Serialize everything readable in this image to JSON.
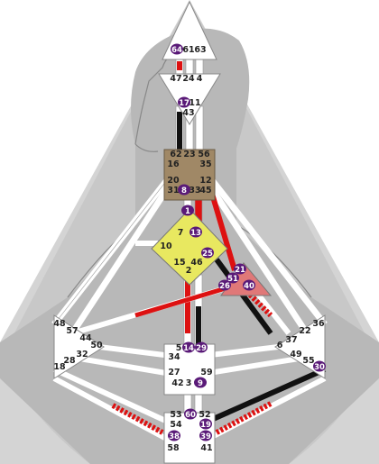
{
  "colors": {
    "background_outer": "#d8d8d8",
    "background_inner": "#b4b4b4",
    "center_defined_brown": "#a08866",
    "center_defined_yellow": "#e8e860",
    "center_defined_pink": "#e07878",
    "center_undefined": "#ffffff",
    "channel_red": "#dd1111",
    "channel_black": "#111111",
    "activation_badge": "#5a1a78"
  },
  "centers": {
    "head": {
      "gates": [
        "64",
        "61",
        "63"
      ]
    },
    "ajna": {
      "gates": [
        "47",
        "24",
        "4",
        "17",
        "11",
        "43"
      ]
    },
    "throat": {
      "gates": [
        "62",
        "23",
        "56",
        "16",
        "35",
        "20",
        "12",
        "31",
        "8",
        "33",
        "45"
      ]
    },
    "g": {
      "gates": [
        "1",
        "13",
        "7",
        "10",
        "25",
        "15",
        "46",
        "2"
      ]
    },
    "heart": {
      "gates": [
        "21",
        "51",
        "26",
        "40"
      ]
    },
    "spleen": {
      "gates": [
        "48",
        "57",
        "44",
        "50",
        "32",
        "28",
        "18"
      ]
    },
    "solar_plexus": {
      "gates": [
        "36",
        "22",
        "37",
        "6",
        "49",
        "55",
        "30"
      ]
    },
    "sacral": {
      "gates": [
        "5",
        "14",
        "29",
        "34",
        "27",
        "59",
        "42",
        "3",
        "9"
      ]
    },
    "root": {
      "gates": [
        "53",
        "60",
        "52",
        "54",
        "19",
        "38",
        "39",
        "58",
        "41"
      ]
    }
  },
  "activated_gates": [
    "64",
    "17",
    "8",
    "1",
    "13",
    "25",
    "21",
    "51",
    "26",
    "40",
    "14",
    "29",
    "9",
    "60",
    "19",
    "38",
    "39",
    "30"
  ]
}
